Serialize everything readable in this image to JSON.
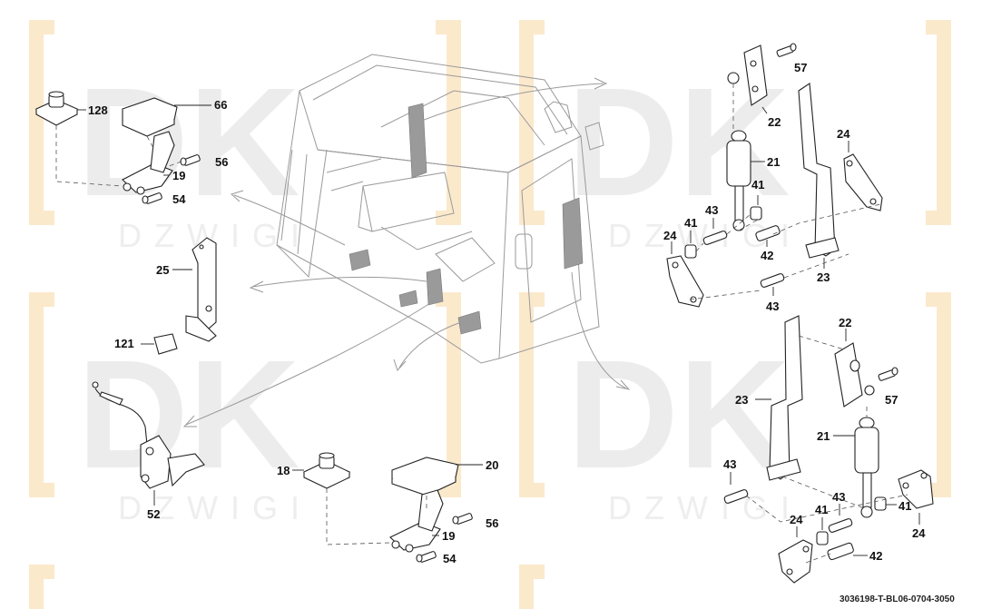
{
  "drawing": {
    "code": "3036198-T-BL06-0704-3050",
    "colors": {
      "line": "#222222",
      "cab": "#9a9a9a",
      "watermark_bracket": "#fbe9cc"
    }
  },
  "watermark": {
    "logo": "DK",
    "text": "DZWIGI"
  },
  "callouts": {
    "c128": "128",
    "c66": "66",
    "c56a": "56",
    "c19a": "19",
    "c54a": "54",
    "c25": "25",
    "c121": "121",
    "c52": "52",
    "c18": "18",
    "c20": "20",
    "c56b": "56",
    "c19b": "19",
    "c54b": "54",
    "c57a": "57",
    "c22a": "22",
    "c21a": "21",
    "c24a": "24",
    "c41a": "41",
    "c43a": "43",
    "c24b": "24",
    "c41b": "41",
    "c42a": "42",
    "c23a": "23",
    "c43b": "43",
    "c22b": "22",
    "c57b": "57",
    "c23b": "23",
    "c21b": "21",
    "c43c": "43",
    "c43d": "43",
    "c41c": "41",
    "c24c": "24",
    "c41d": "41",
    "c24d": "24",
    "c42b": "42"
  }
}
